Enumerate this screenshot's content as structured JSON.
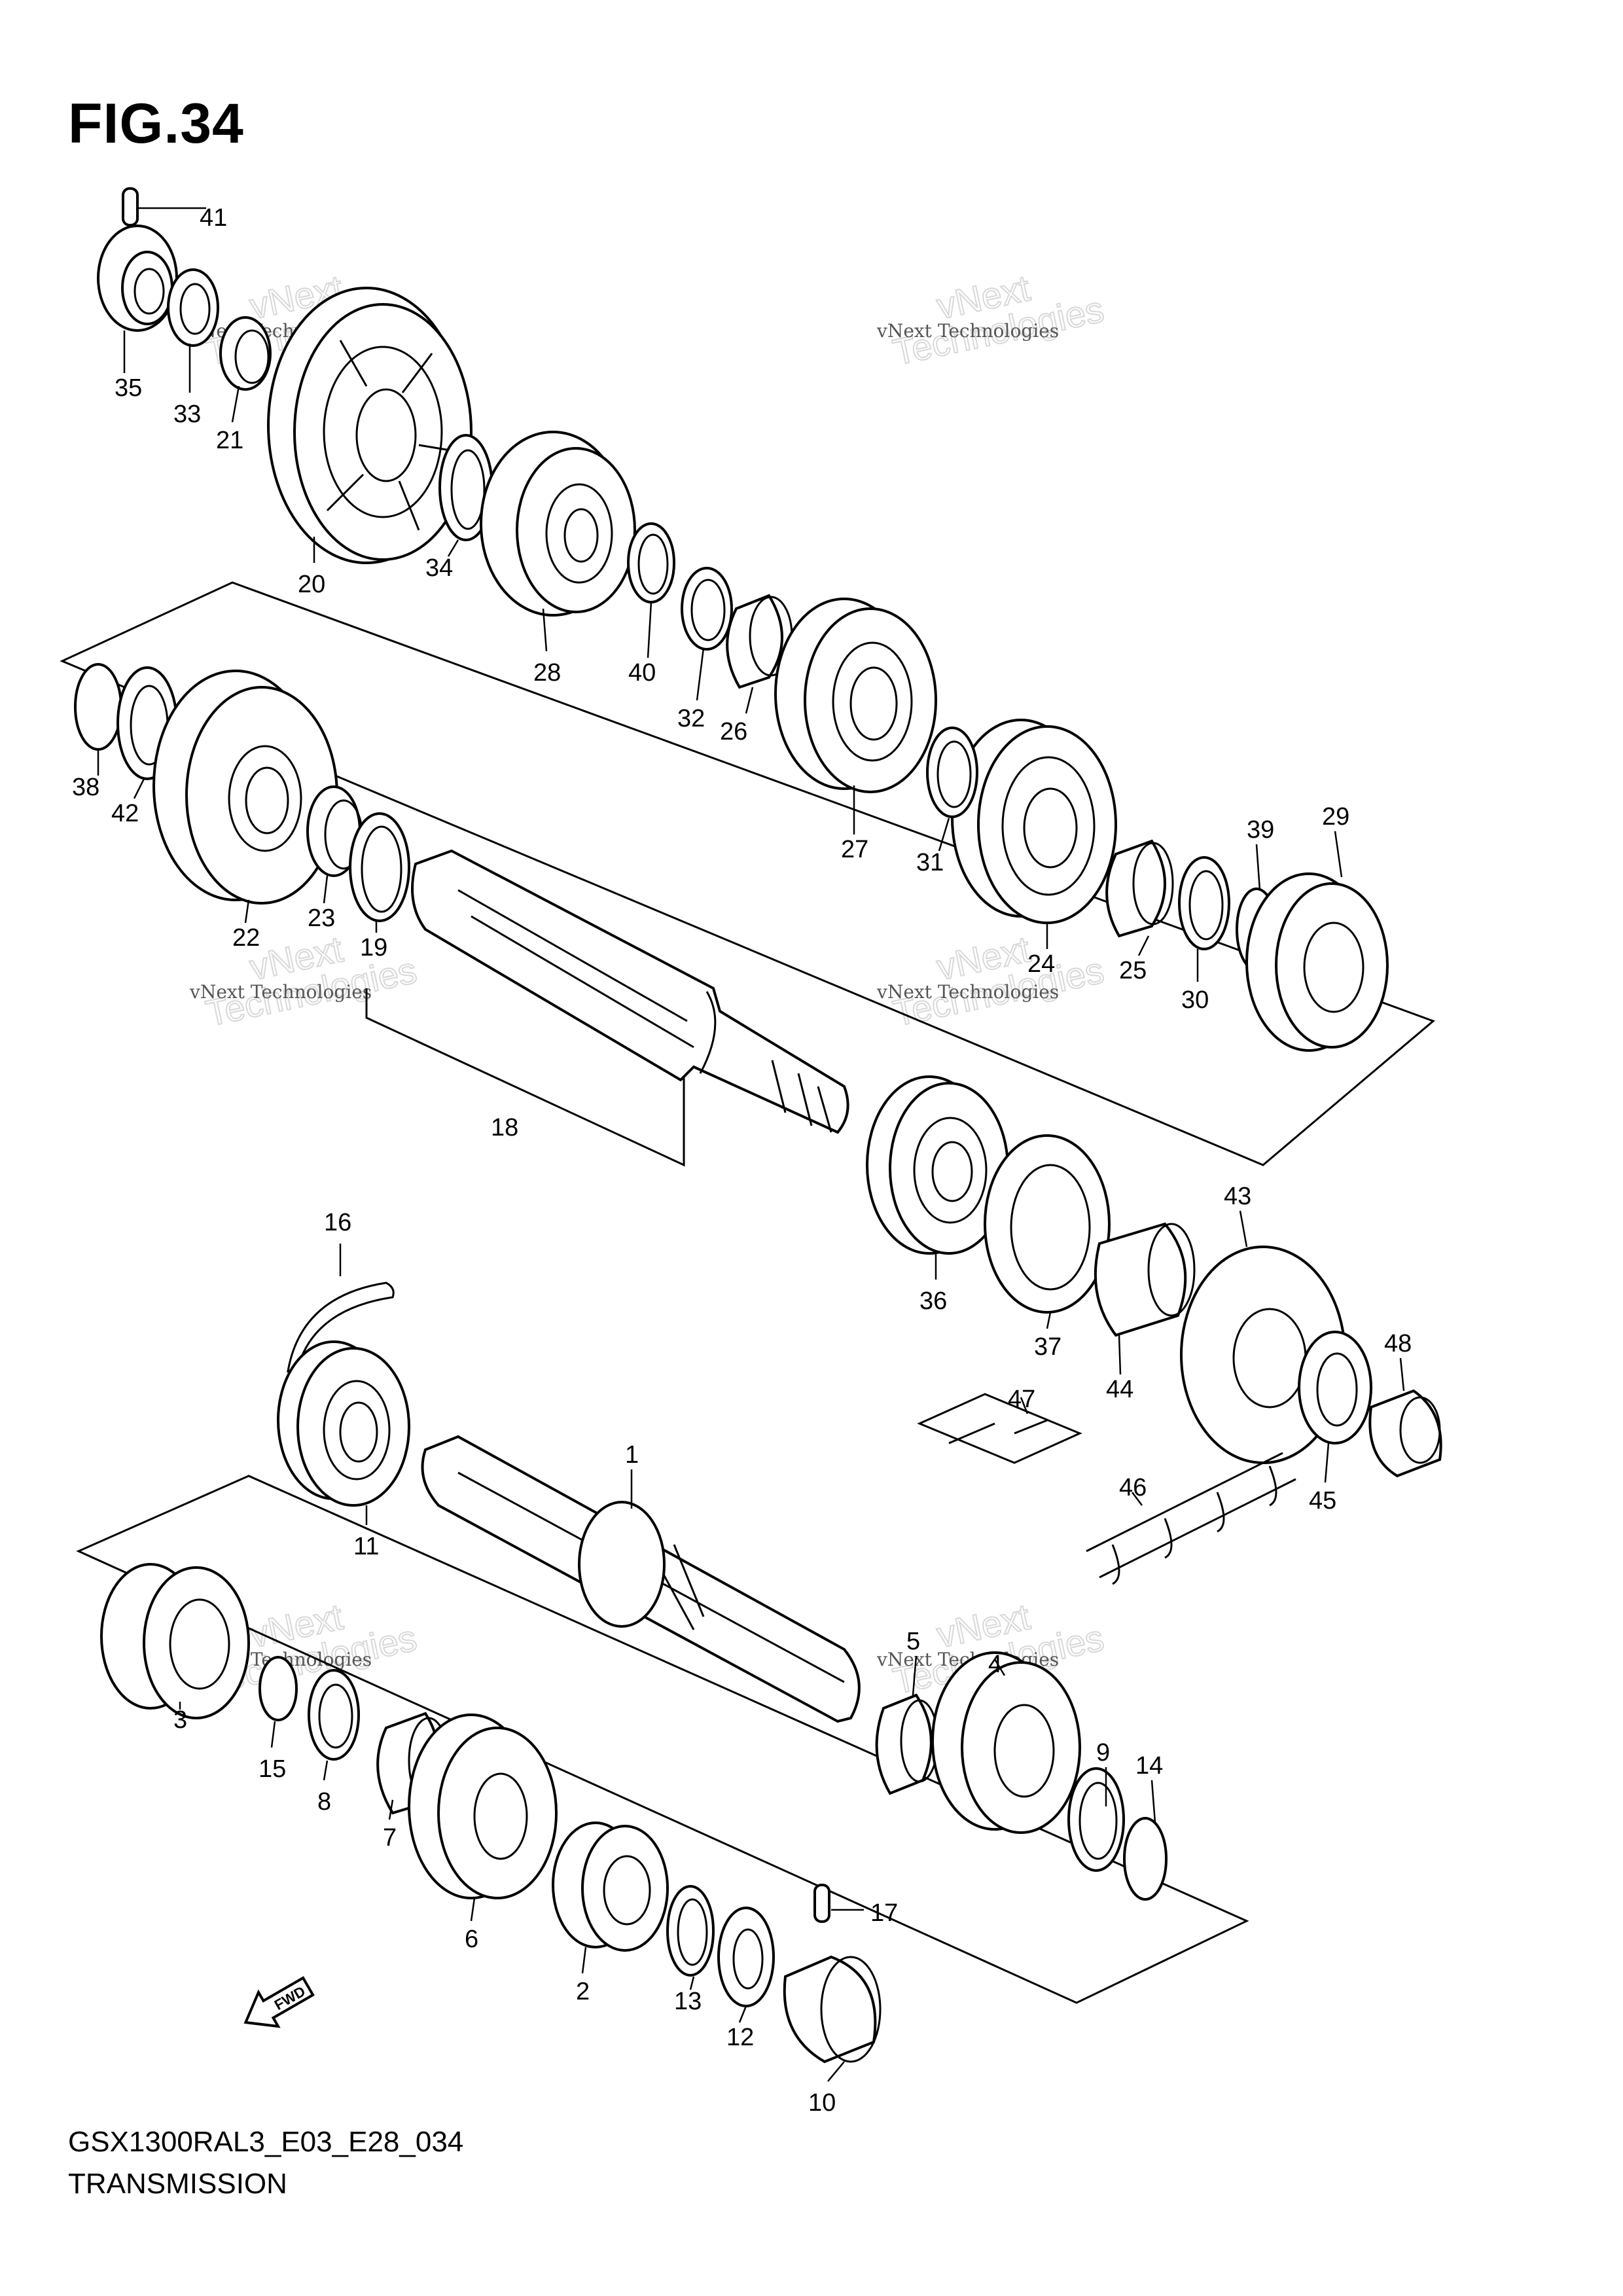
{
  "figure": {
    "title": "FIG.34"
  },
  "footer": {
    "code": "GSX1300RAL3_E03_E28_034",
    "name": "TRANSMISSION"
  },
  "fwd_label": "FWD",
  "watermark": {
    "line1": "vNext Technologies",
    "big1": "vNext",
    "big2": "Technologies"
  },
  "callouts": [
    "1",
    "2",
    "3",
    "4",
    "5",
    "6",
    "7",
    "8",
    "9",
    "10",
    "11",
    "12",
    "13",
    "14",
    "15",
    "16",
    "17",
    "18",
    "19",
    "20",
    "21",
    "22",
    "23",
    "24",
    "25",
    "26",
    "27",
    "28",
    "29",
    "30",
    "31",
    "32",
    "33",
    "34",
    "35",
    "36",
    "37",
    "38",
    "39",
    "40",
    "41",
    "42",
    "43",
    "44",
    "45",
    "46",
    "47",
    "48"
  ],
  "colors": {
    "line": "#000000",
    "background": "#ffffff",
    "watermark": "#d8d8d8"
  }
}
